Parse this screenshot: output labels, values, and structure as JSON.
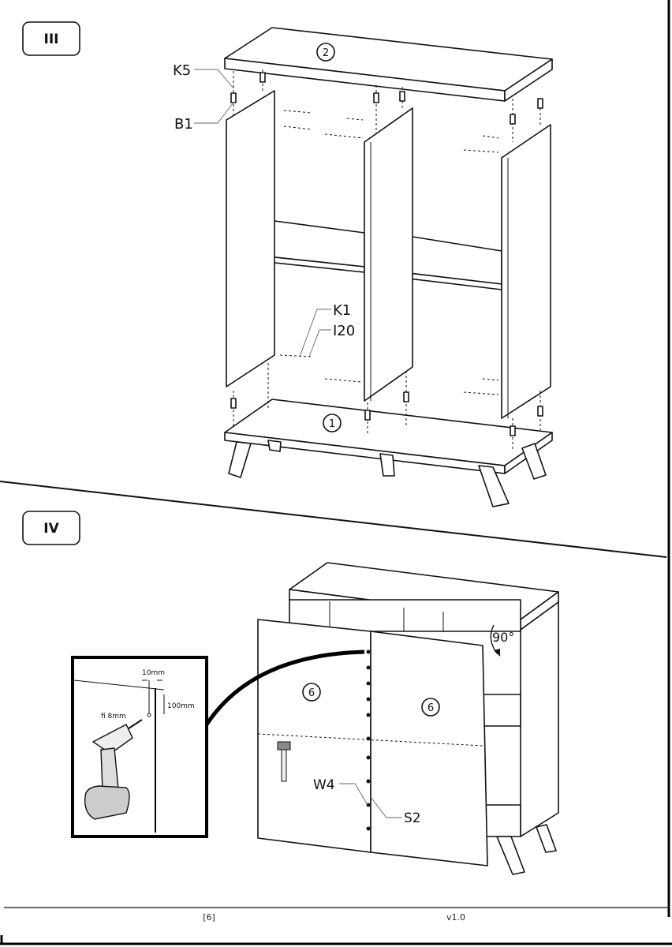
{
  "steps": {
    "step3": {
      "label": "III",
      "parts": {
        "top_panel": "2",
        "bottom_panel": "1"
      },
      "callouts": {
        "k5": "K5",
        "b1": "B1",
        "k1": "K1",
        "i20": "I20"
      }
    },
    "step4": {
      "label": "IV",
      "parts": {
        "door_left": "6",
        "door_right": "6"
      },
      "callouts": {
        "w4": "W4",
        "s2": "S2",
        "angle": "90°"
      },
      "detail": {
        "offset_x": "10mm",
        "offset_y": "100mm",
        "drill_bit": "fi 8mm"
      }
    }
  },
  "footer": {
    "page_number": "[6]",
    "version": "v1.0"
  }
}
